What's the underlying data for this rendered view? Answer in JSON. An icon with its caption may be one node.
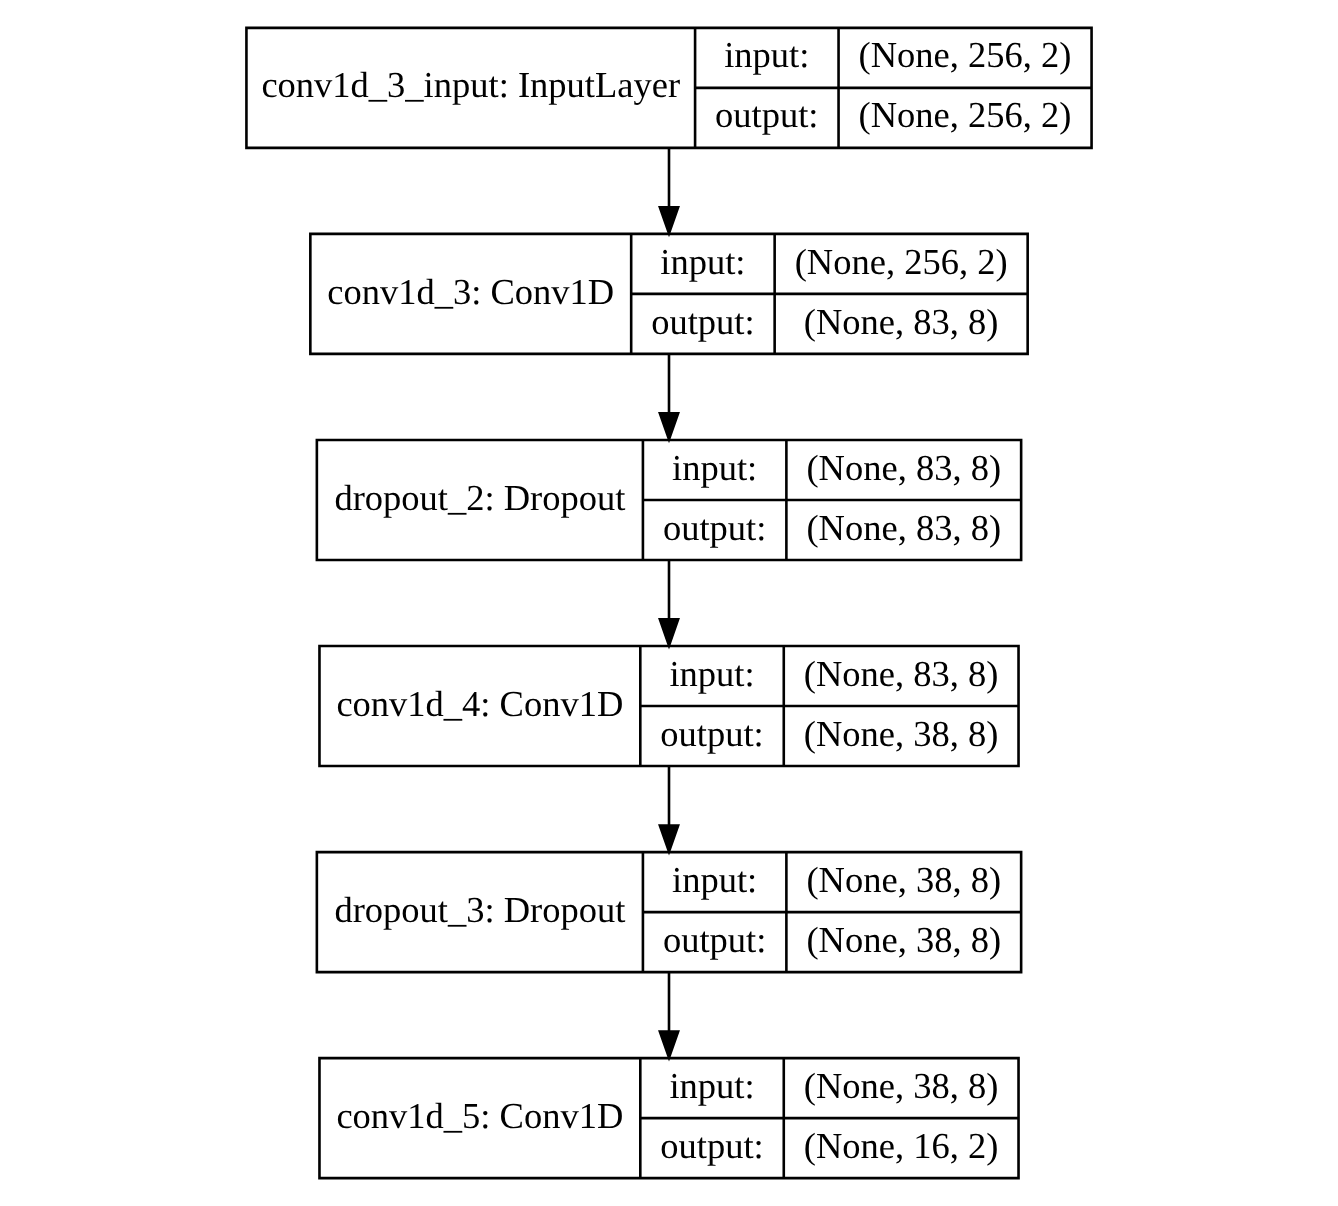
{
  "diagram": {
    "nodes": [
      {
        "text": [
          "conv1d_3_input: InputLayer",
          "input:",
          "(None, 256, 2)",
          "output:",
          "(None, 256, 2)"
        ]
      },
      {
        "text": [
          "conv1d_3: Conv1D",
          "input:",
          "(None, 256, 2)",
          "output:",
          "(None, 83, 8)"
        ]
      },
      {
        "text": [
          "dropout_2: Dropout",
          "input:",
          "(None, 83, 8)",
          "output:",
          "(None, 83, 8)"
        ]
      },
      {
        "text": [
          "conv1d_4: Conv1D",
          "input:",
          "(None, 83, 8)",
          "output:",
          "(None, 38, 8)"
        ]
      },
      {
        "text": [
          "dropout_3: Dropout",
          "input:",
          "(None, 38, 8)",
          "output:",
          "(None, 38, 8)"
        ]
      },
      {
        "text": [
          "conv1d_5: Conv1D",
          "input:",
          "(None, 38, 8)",
          "output:",
          "(None, 16, 2)"
        ]
      }
    ],
    "edges": [
      {
        "from": 0,
        "to": 1,
        "arrow": "to"
      },
      {
        "from": 1,
        "to": 2,
        "arrow": "to"
      },
      {
        "from": 2,
        "to": 3,
        "arrow": "to"
      },
      {
        "from": 3,
        "to": 4,
        "arrow": "to"
      },
      {
        "from": 4,
        "to": 5,
        "arrow": "to"
      }
    ]
  }
}
